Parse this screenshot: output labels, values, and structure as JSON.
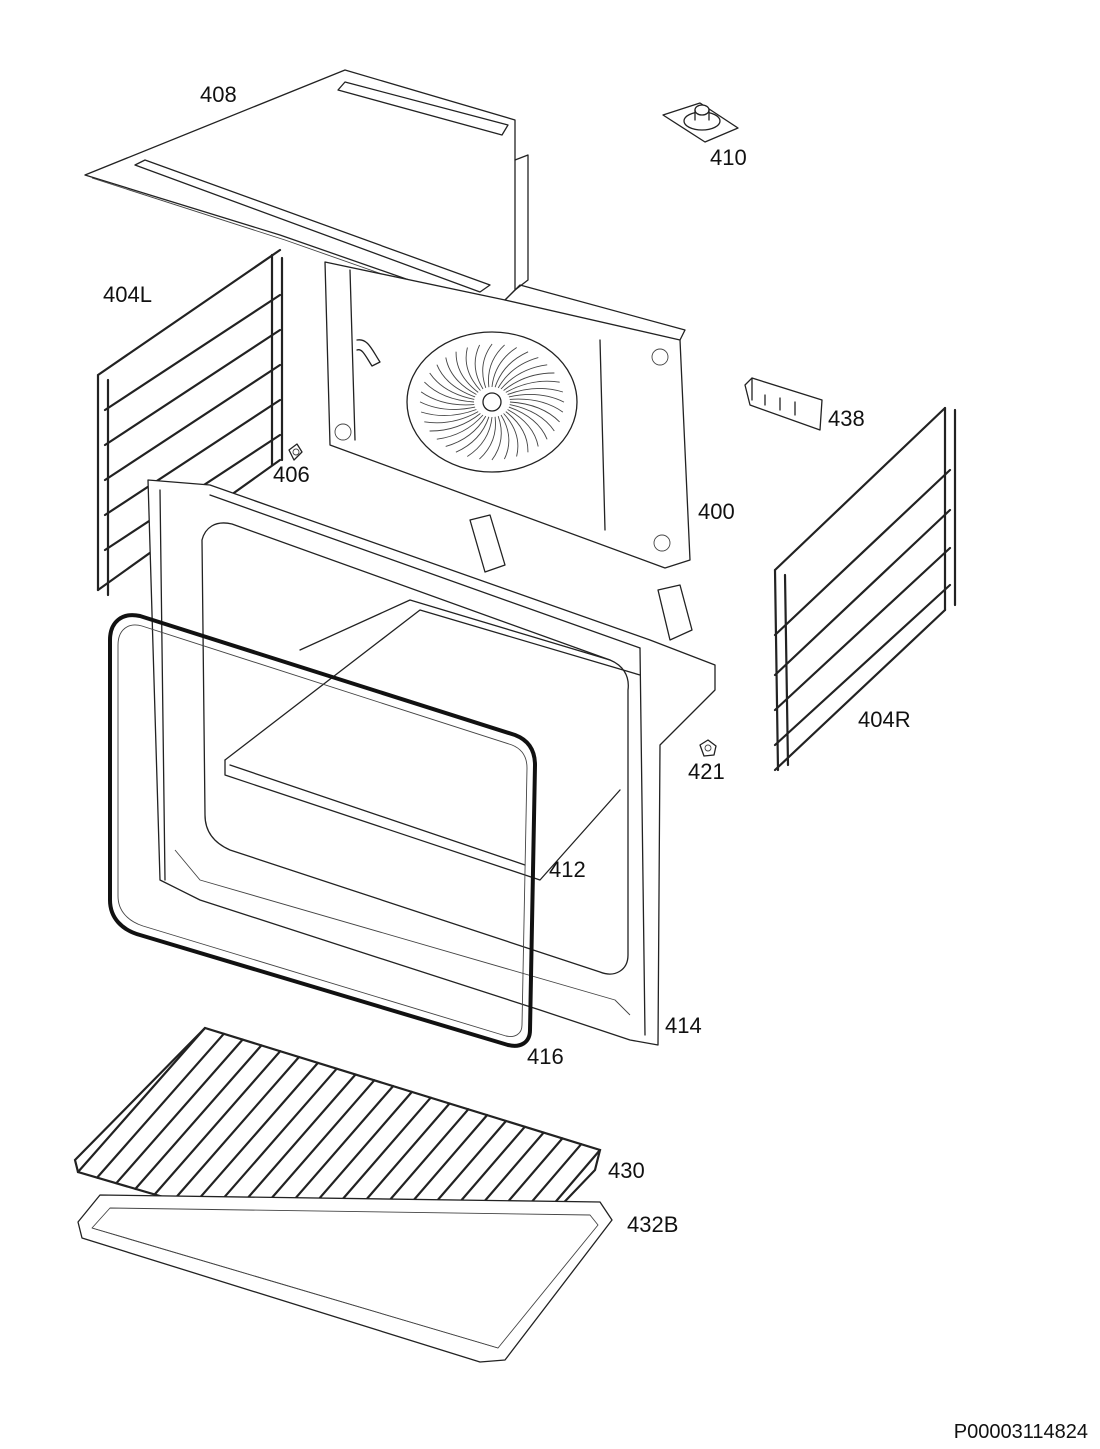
{
  "parts": {
    "p408": "408",
    "p410": "410",
    "p404L": "404L",
    "p438": "438",
    "p406": "406",
    "p400": "400",
    "p404R": "404R",
    "p421": "421",
    "p412": "412",
    "p414": "414",
    "p416": "416",
    "p430": "430",
    "p432B": "432B"
  },
  "document_code": "P00003114824"
}
